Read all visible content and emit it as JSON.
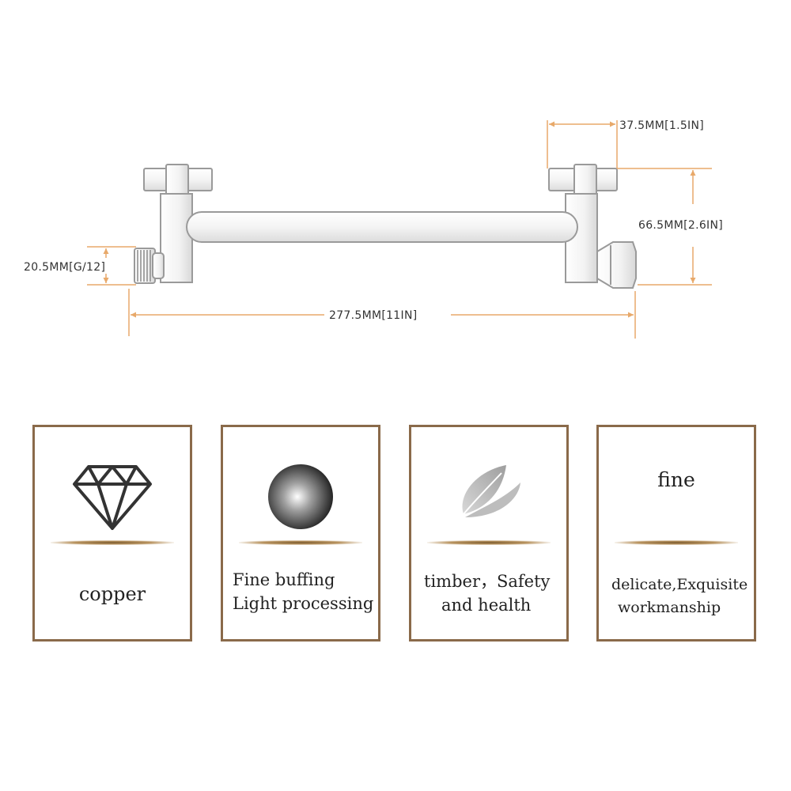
{
  "dimensions": {
    "width_top": "37.5MM[1.5IN]",
    "height_right": "66.5MM[2.6IN]",
    "thread_left": "20.5MM[G/12]",
    "length_bottom": "277.5MM[11IN]"
  },
  "features": [
    {
      "icon": "diamond-icon",
      "lines": [
        "copper"
      ]
    },
    {
      "icon": "sphere-icon",
      "lines": [
        "Fine buffing",
        "Light processing"
      ]
    },
    {
      "icon": "leaf-icon",
      "lines": [
        "timber，Safety",
        "and health"
      ]
    },
    {
      "icon": "fine-text",
      "icon_text": "fine",
      "lines": [
        "delicate,Exquisite",
        "workmanship"
      ]
    }
  ],
  "colors": {
    "dimension_line": "#e8a96a",
    "card_border": "#8a6a4a",
    "pipe_stroke": "#9a9a9a"
  }
}
